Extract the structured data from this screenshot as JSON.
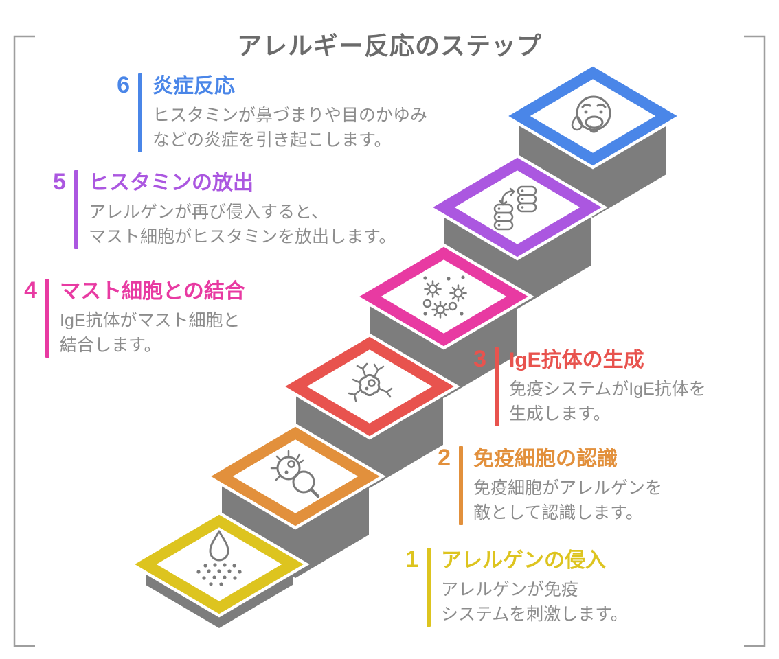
{
  "title": "アレルギー反応のステップ",
  "frame": {
    "color": "#9e9e9e"
  },
  "staircase": {
    "block_color": "#7d7d7d",
    "tile_fill": "#ffffff",
    "icon_color": "#7a7a7a"
  },
  "steps": [
    {
      "number": "1",
      "title": "アレルゲンの侵入",
      "color": "#ddc41f",
      "desc_lines": [
        "アレルゲンが免疫",
        "システムを刺激します。"
      ],
      "icon": "allergen-droplet-icon"
    },
    {
      "number": "2",
      "title": "免疫細胞の認識",
      "color": "#e2903c",
      "desc_lines": [
        "免疫細胞がアレルゲンを",
        "敵として認識します。"
      ],
      "icon": "microbe-magnifier-icon"
    },
    {
      "number": "3",
      "title": "IgE抗体の生成",
      "color": "#e8534e",
      "desc_lines": [
        "免疫システムがIgE抗体を",
        "生成します。"
      ],
      "icon": "immune-cell-icon"
    },
    {
      "number": "4",
      "title": "マスト細胞との結合",
      "color": "#e83aa2",
      "desc_lines": [
        "IgE抗体がマスト細胞と",
        "結合します。"
      ],
      "icon": "particles-icon"
    },
    {
      "number": "5",
      "title": "ヒスタミンの放出",
      "color": "#ab57e0",
      "desc_lines": [
        "アレルゲンが再び侵入すると、",
        "マスト細胞がヒスタミンを放出します。"
      ],
      "icon": "histamine-stacks-icon"
    },
    {
      "number": "6",
      "title": "炎症反応",
      "color": "#4a86e8",
      "desc_lines": [
        "ヒスタミンが鼻づまりや目のかゆみ",
        "などの炎症を引き起こします。"
      ],
      "icon": "sneezing-face-icon"
    }
  ]
}
